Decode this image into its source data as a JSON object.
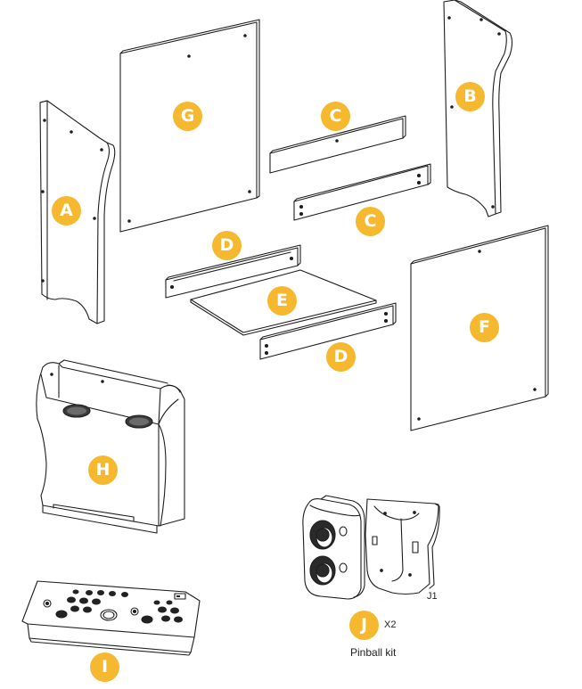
{
  "colors": {
    "badge": "#F5B82E",
    "line": "#1e1e1e",
    "fill": "#ffffff"
  },
  "parts": [
    {
      "id": "A",
      "label": "A",
      "name": "side-panel-left"
    },
    {
      "id": "B",
      "label": "B",
      "name": "side-panel-right"
    },
    {
      "id": "C1",
      "label": "C",
      "name": "cross-rail-upper"
    },
    {
      "id": "C2",
      "label": "C",
      "name": "cross-rail-lower"
    },
    {
      "id": "D1",
      "label": "D",
      "name": "shelf-rail-back"
    },
    {
      "id": "D2",
      "label": "D",
      "name": "shelf-rail-front"
    },
    {
      "id": "E",
      "label": "E",
      "name": "shelf-board"
    },
    {
      "id": "F",
      "label": "F",
      "name": "back-panel"
    },
    {
      "id": "G",
      "label": "G",
      "name": "front-panel"
    },
    {
      "id": "H",
      "label": "H",
      "name": "speaker-top-unit"
    },
    {
      "id": "I",
      "label": "I",
      "name": "control-panel"
    },
    {
      "id": "J",
      "label": "J",
      "name": "pinball-kit"
    }
  ],
  "captions": {
    "j_quantity": "X2",
    "j_part": "J1",
    "j_kit": "Pinball kit"
  }
}
